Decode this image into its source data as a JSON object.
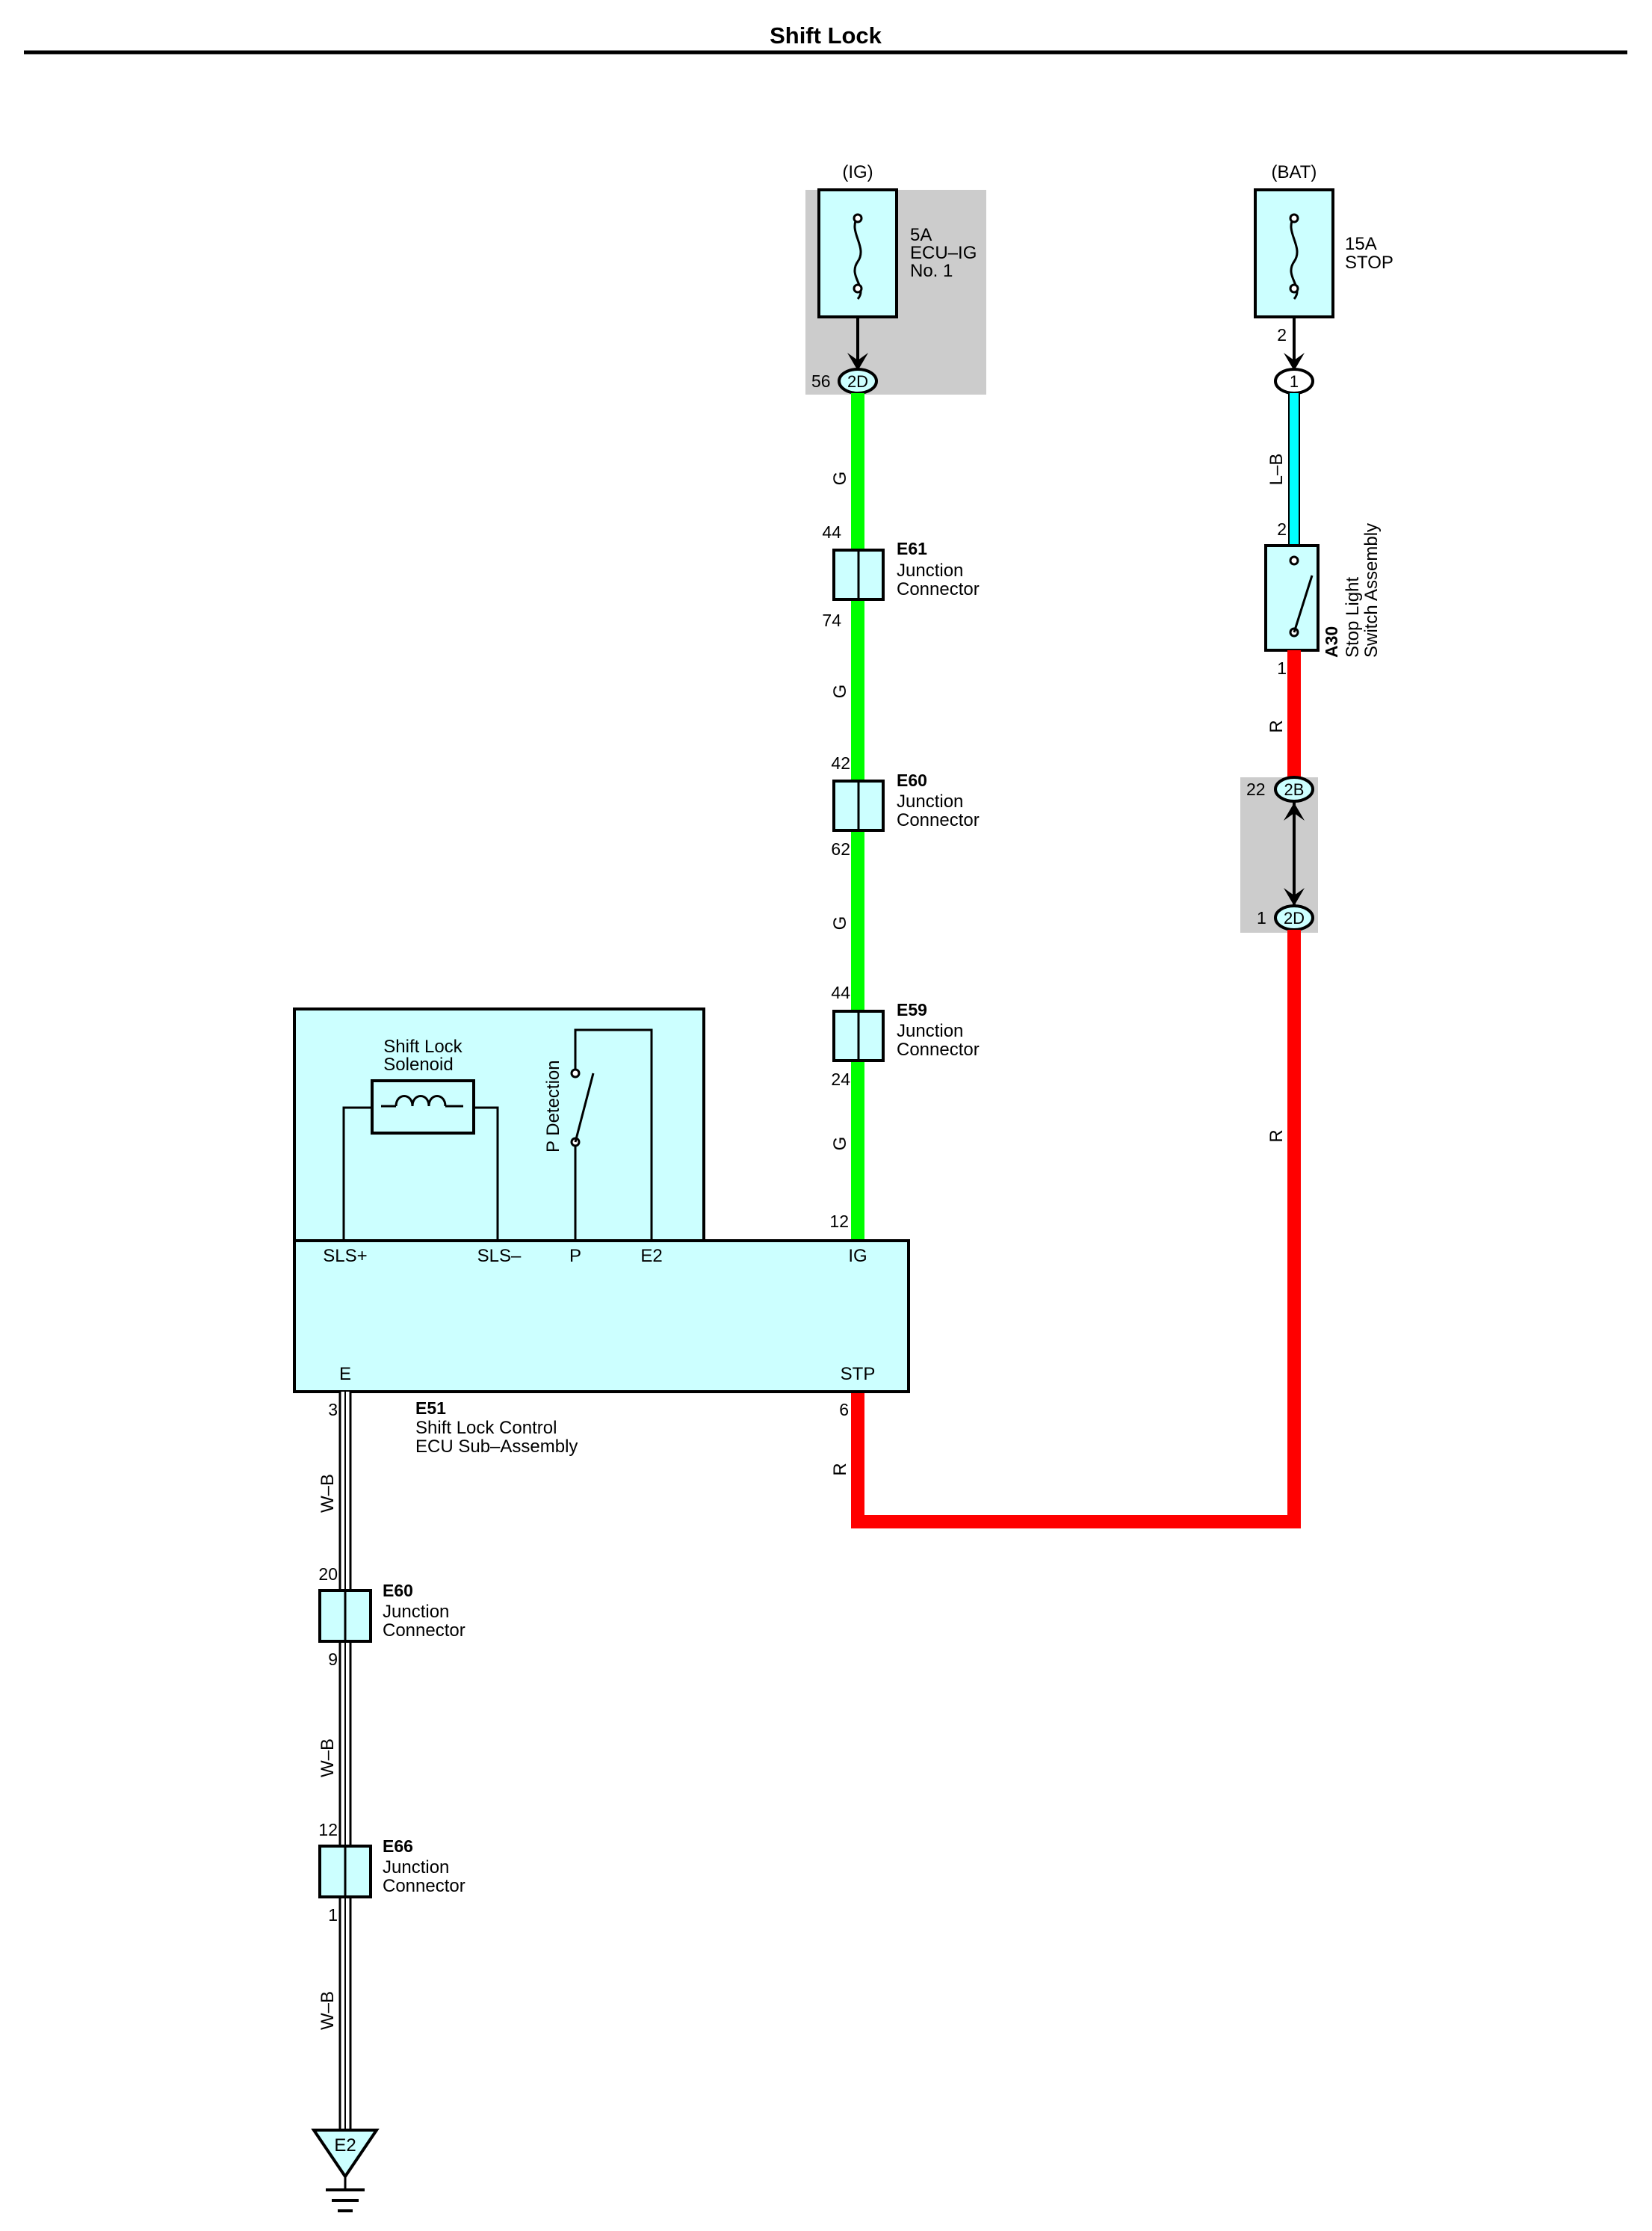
{
  "title": "Shift Lock",
  "sources": {
    "ig": "(IG)",
    "bat": "(BAT)"
  },
  "fuses": {
    "ecu_ig": {
      "line1": "5A",
      "line2": "ECU–IG",
      "line3": "No. 1"
    },
    "stop": {
      "line1": "15A",
      "line2": "STOP"
    }
  },
  "connectors": {
    "ig_2d": {
      "code": "2D",
      "pin": "56"
    },
    "bat_1": {
      "code": "1",
      "pin": "2"
    },
    "bat_2b": {
      "code": "2B",
      "pin": "22"
    },
    "bat_2d": {
      "code": "2D",
      "pin": "1"
    }
  },
  "wire_colors": {
    "green": "#00ff00",
    "red": "#ff0000",
    "light_blue": "#00ffff",
    "component_fill": "#ccffff",
    "shaded_block": "#cccccc"
  },
  "wire_labels": {
    "g": "G",
    "lb": "L–B",
    "r": "R",
    "wb": "W–B"
  },
  "junctions": {
    "e61": {
      "ref": "E61",
      "name1": "Junction",
      "name2": "Connector",
      "pin_top": "44",
      "pin_bottom": "74"
    },
    "e60_ig": {
      "ref": "E60",
      "name1": "Junction",
      "name2": "Connector",
      "pin_top": "42",
      "pin_bottom": "62"
    },
    "e59": {
      "ref": "E59",
      "name1": "Junction",
      "name2": "Connector",
      "pin_top": "44",
      "pin_bottom": "24"
    },
    "e60_gnd": {
      "ref": "E60",
      "name1": "Junction",
      "name2": "Connector",
      "pin_top": "20",
      "pin_bottom": "9"
    },
    "e66": {
      "ref": "E66",
      "name1": "Junction",
      "name2": "Connector",
      "pin_top": "12",
      "pin_bottom": "1"
    }
  },
  "stop_switch": {
    "ref": "A30",
    "name1": "Stop Light",
    "name2": "Switch Assembly",
    "pin_top": "2",
    "pin_bottom": "1"
  },
  "ecu": {
    "ref": "E51",
    "name1": "Shift Lock Control",
    "name2": "ECU Sub–Assembly",
    "solenoid1": "Shift Lock",
    "solenoid2": "Solenoid",
    "p_detection": "P Detection",
    "terminals": {
      "sls_plus": "SLS+",
      "sls_minus": "SLS–",
      "p": "P",
      "e2": "E2",
      "ig": "IG",
      "e": "E",
      "stp": "STP"
    },
    "pins": {
      "ig": "12",
      "stp": "6",
      "e": "3"
    }
  },
  "ground": {
    "label": "E2"
  }
}
